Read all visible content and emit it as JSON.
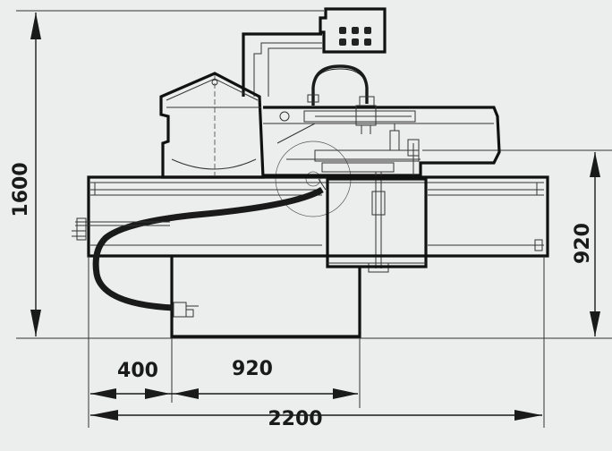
{
  "dimensions": {
    "height_total": "1600",
    "height_table": "920",
    "width_left": "400",
    "width_mid": "920",
    "width_total": "2200"
  },
  "colors": {
    "background": "#eceeee",
    "ink": "#1a1a1a"
  },
  "control_panel": {
    "buttons": [
      "button",
      "button",
      "button",
      "button",
      "button",
      "button"
    ]
  }
}
